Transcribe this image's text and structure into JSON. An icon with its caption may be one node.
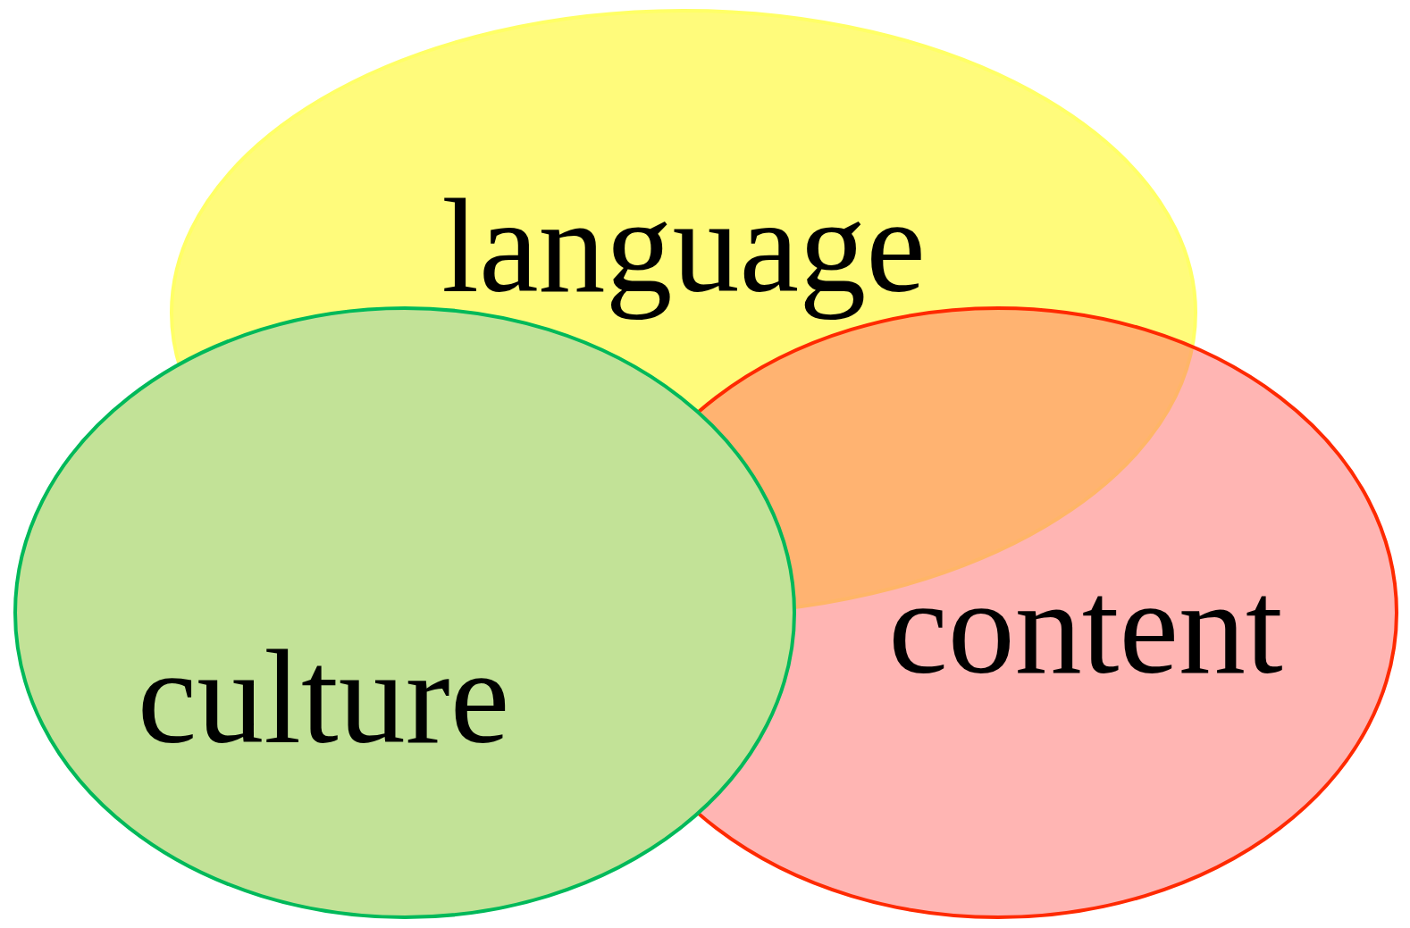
{
  "diagram": {
    "nodes": [
      {
        "text": [
          "language"
        ]
      },
      {
        "text": [
          "content"
        ]
      },
      {
        "text": [
          "culture"
        ]
      }
    ]
  }
}
